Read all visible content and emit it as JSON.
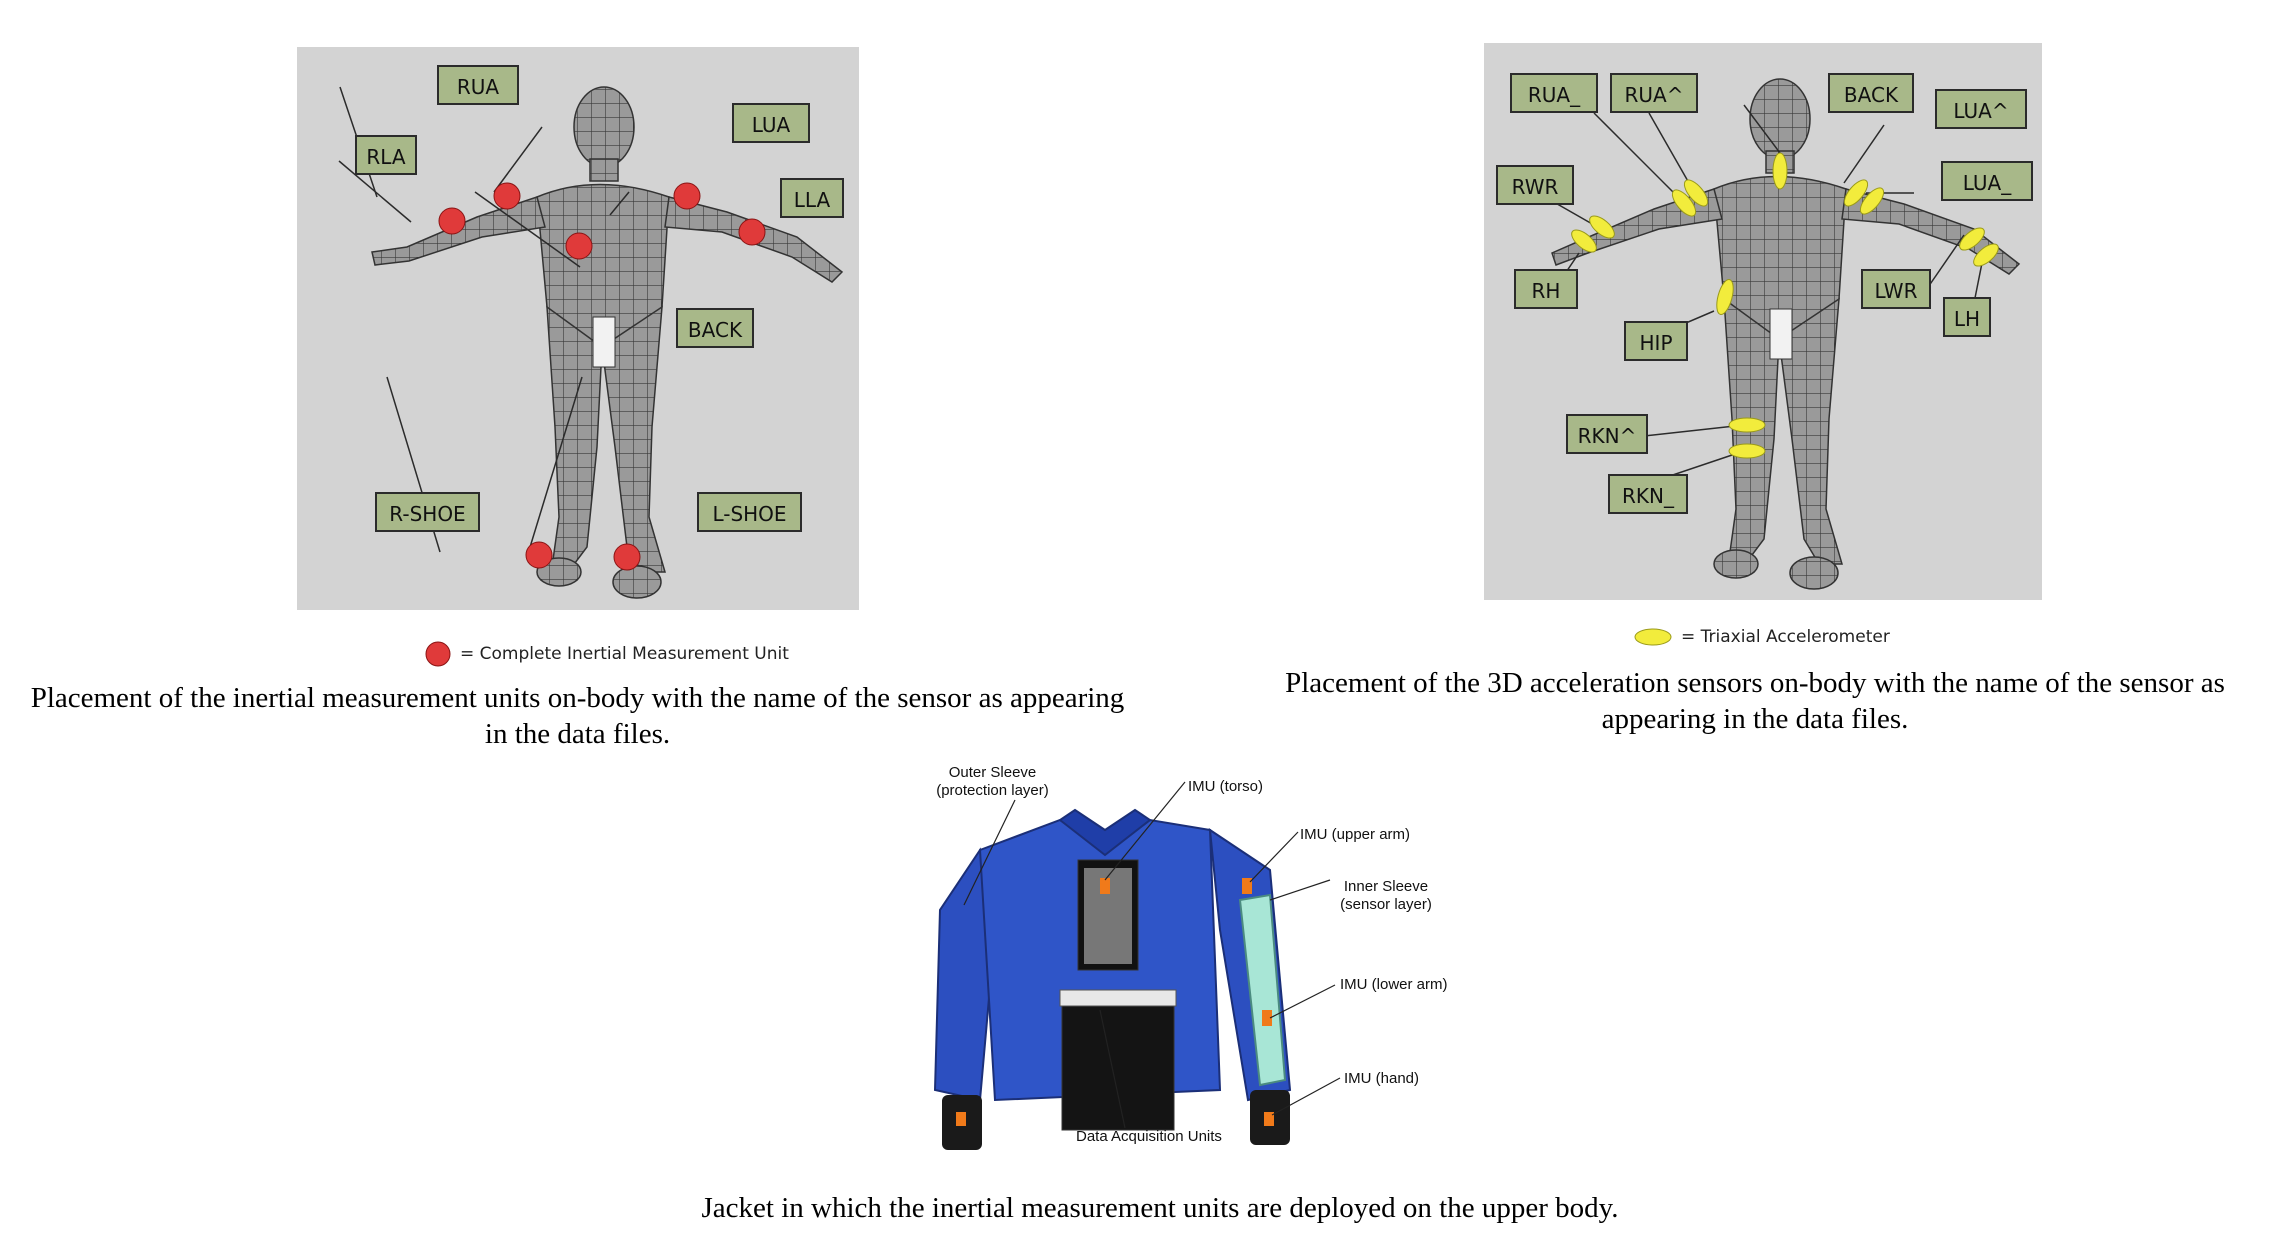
{
  "left_figure": {
    "labels": [
      "RUA",
      "RLA",
      "LUA",
      "LLA",
      "BACK",
      "R-SHOE",
      "L-SHOE"
    ],
    "legend": "= Complete Inertial Measurement Unit",
    "caption": "Placement of the inertial measurement units on-body with the name of the sensor as appearing in the data files.",
    "marker_color": "#e03a3a"
  },
  "right_figure": {
    "labels": [
      "RUA_",
      "RUA^",
      "BACK",
      "LUA^",
      "RWR",
      "LUA_",
      "RH",
      "HIP",
      "LWR",
      "LH",
      "RKN^",
      "RKN_"
    ],
    "legend": "= Triaxial Accelerometer",
    "caption": "Placement of the 3D acceleration sensors on-body with the name of the sensor as appearing in the data files.",
    "marker_color": "#f2ec3c"
  },
  "jacket_figure": {
    "labels": [
      "Outer Sleeve (protection layer)",
      "IMU (torso)",
      "IMU (upper arm)",
      "Inner Sleeve (sensor layer)",
      "IMU (lower arm)",
      "IMU (hand)",
      "Data Acquisition Units"
    ],
    "caption": "Jacket in which the inertial measurement units are deployed on the upper body.",
    "jacket_color": "#2c4fc0"
  }
}
